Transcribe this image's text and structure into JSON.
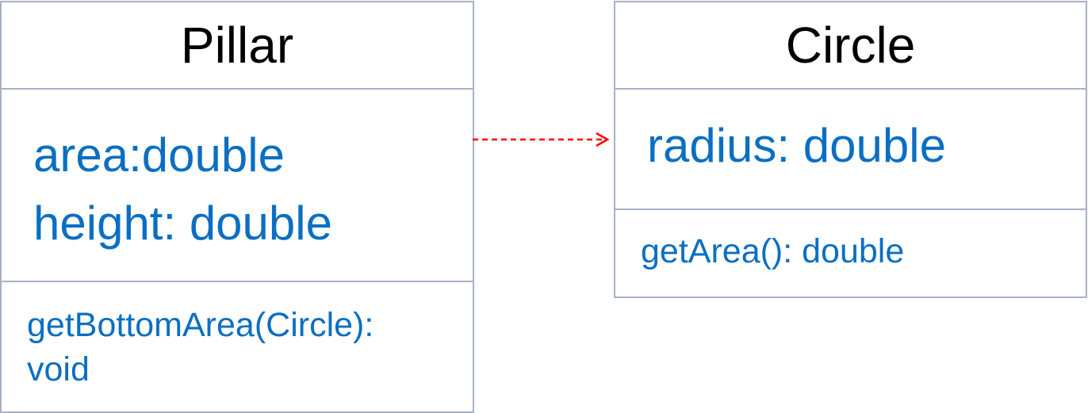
{
  "diagram": {
    "classes": [
      {
        "name": "Pillar",
        "attributes": [
          "area:double",
          "height: double"
        ],
        "methods": [
          "getBottomArea(Circle):",
          "void"
        ]
      },
      {
        "name": "Circle",
        "attributes": [
          "radius: double"
        ],
        "methods": [
          "getArea(): double"
        ]
      }
    ],
    "relation": {
      "type": "dependency",
      "from": "Pillar",
      "to": "Circle",
      "line_color": "#ff0000",
      "line_style": "dashed"
    },
    "colors": {
      "border": "#a6b2c4",
      "member_text": "#0a6fc2",
      "class_name_text": "#000000"
    }
  }
}
